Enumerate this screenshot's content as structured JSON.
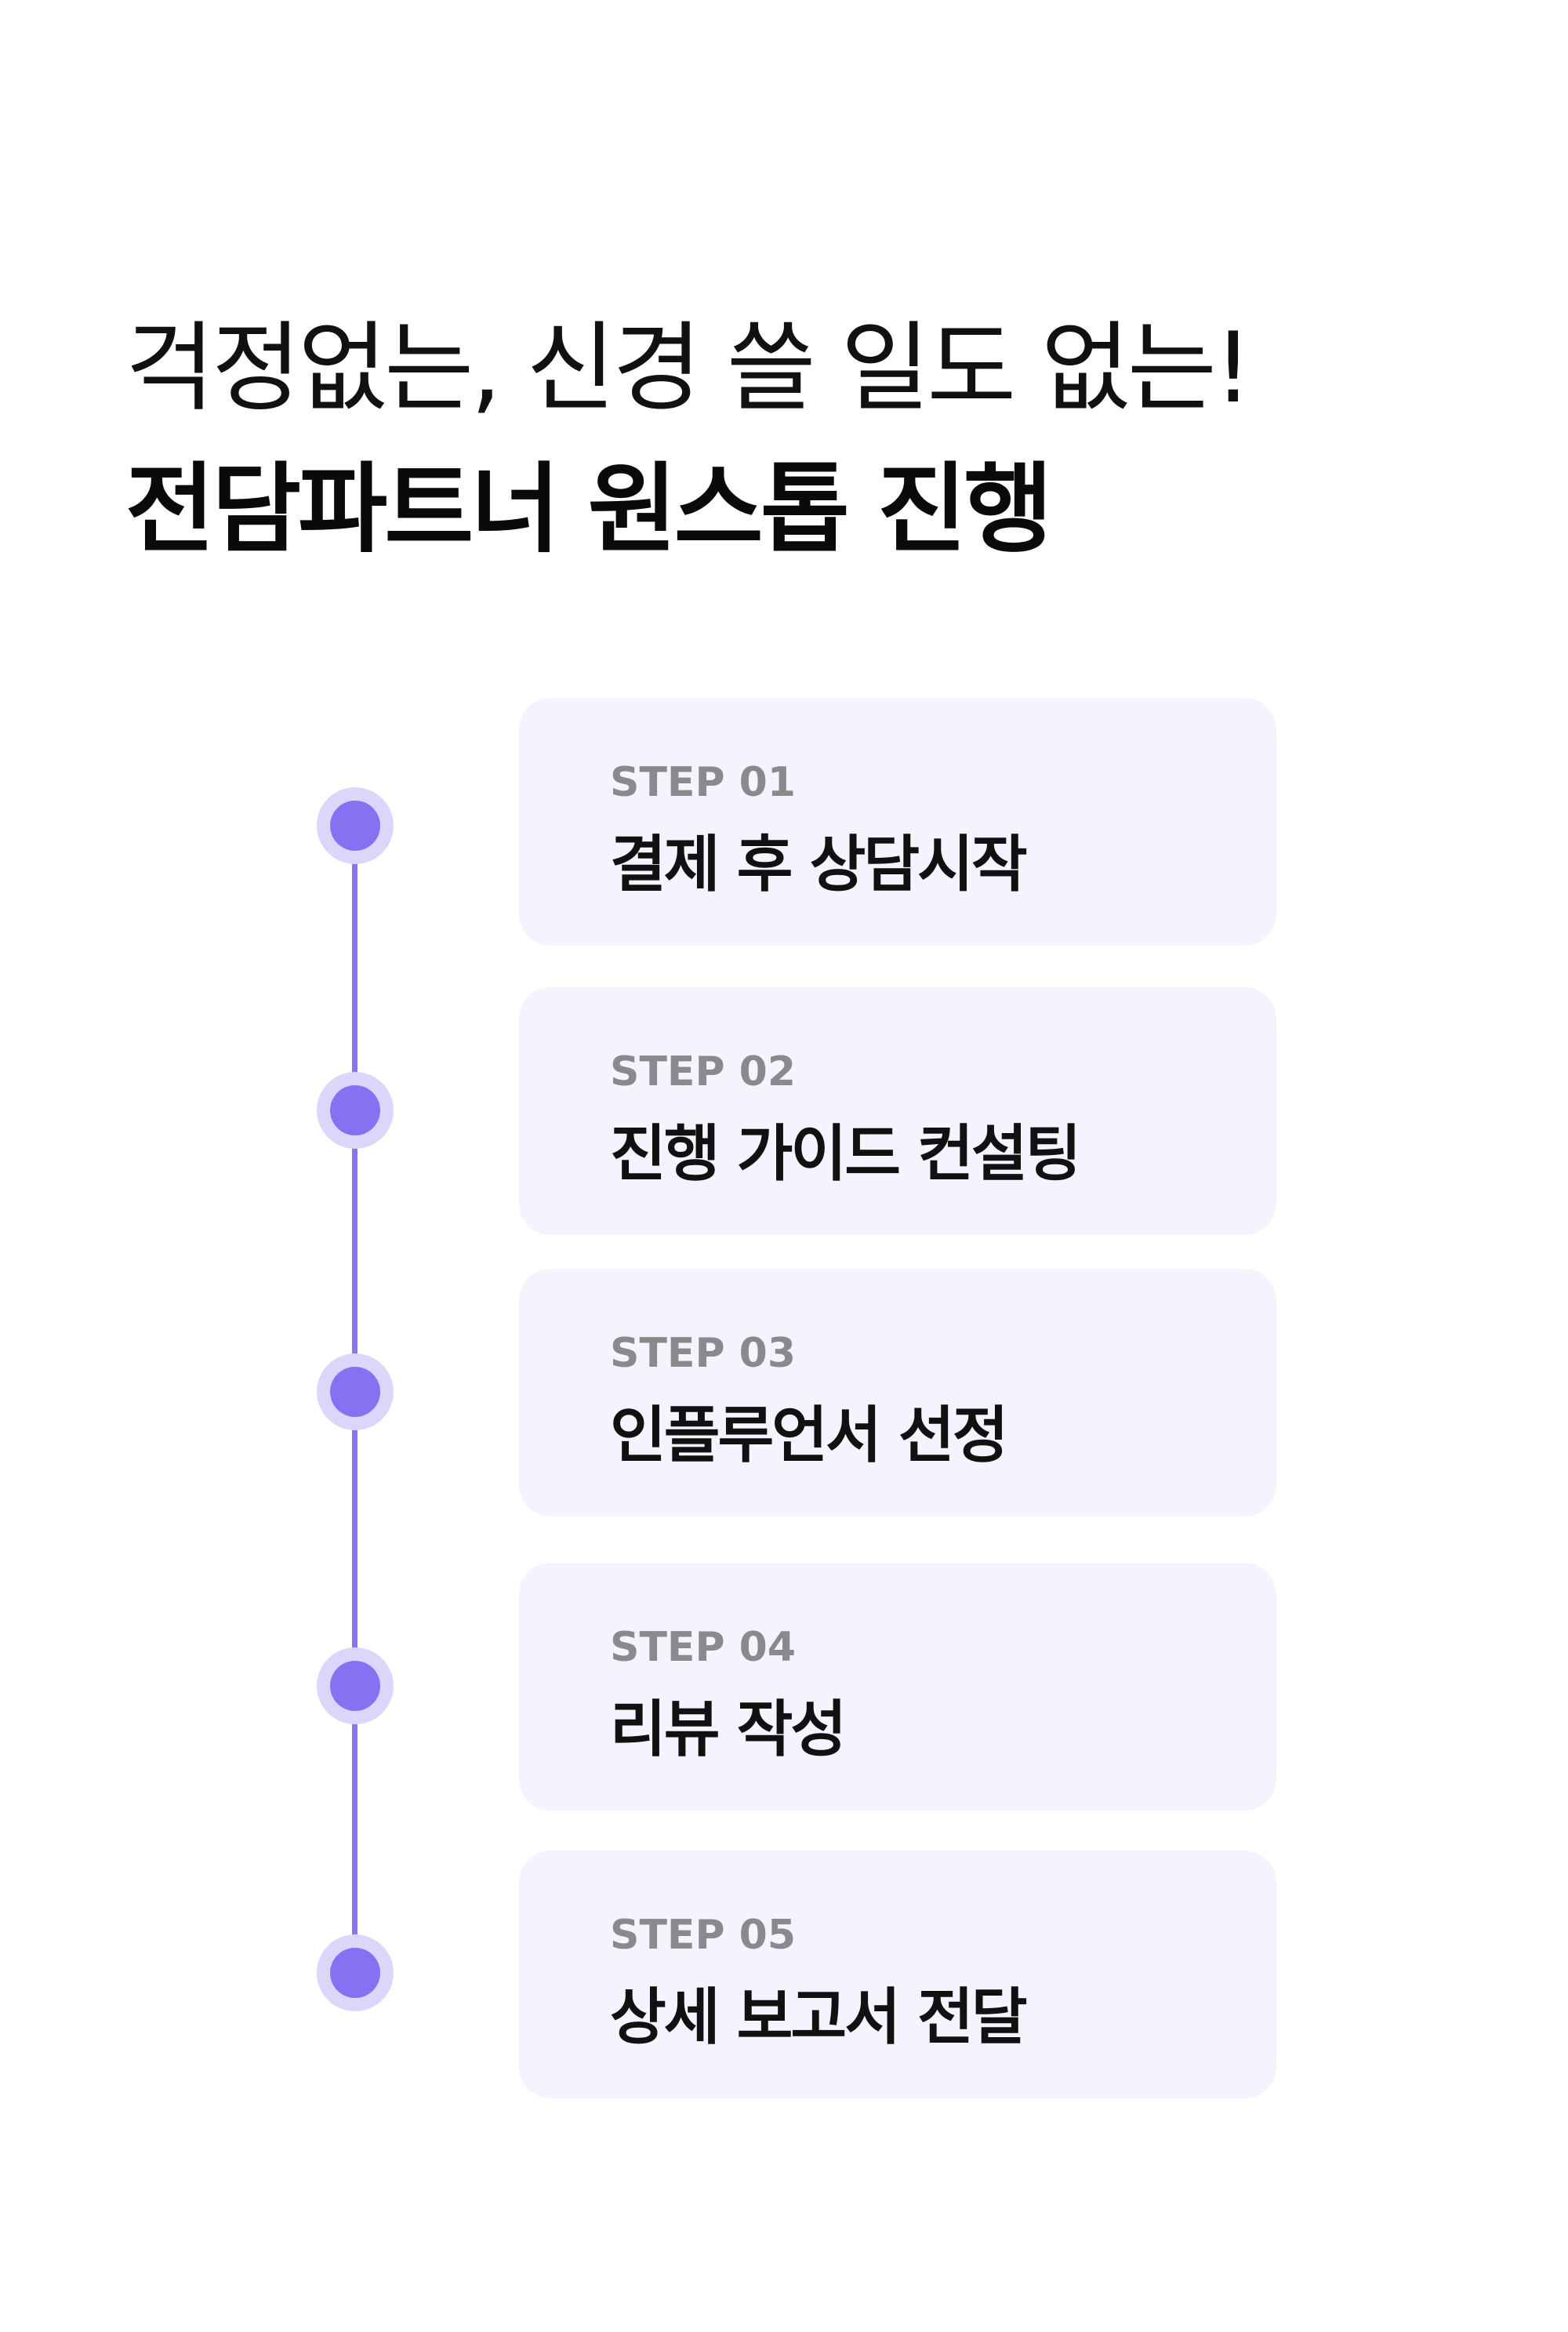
{
  "headline": {
    "line1": "걱정없는, 신경 쓸 일도 없는!",
    "line2": "전담파트너 원스톱 진행"
  },
  "steps": [
    {
      "label": "STEP 01",
      "title": "결제 후 상담시작"
    },
    {
      "label": "STEP 02",
      "title": "진행 가이드 컨설팅"
    },
    {
      "label": "STEP 03",
      "title": "인플루언서 선정"
    },
    {
      "label": "STEP 04",
      "title": "리뷰 작성"
    },
    {
      "label": "STEP 05",
      "title": "상세 보고서 전달"
    }
  ],
  "colors": {
    "accent": "#8572f2",
    "accent_light": "#dcd6fa",
    "card_background": "#f5f4fe",
    "step_label": "#8a8a8e"
  }
}
